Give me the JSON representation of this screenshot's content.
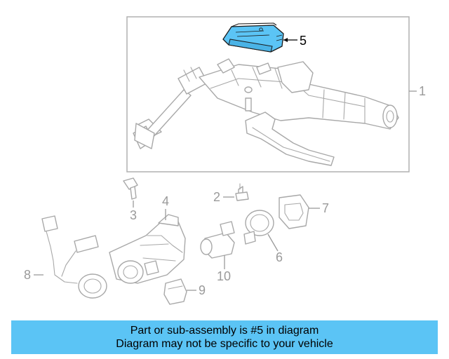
{
  "diagram": {
    "callouts": [
      "1",
      "2",
      "3",
      "4",
      "5",
      "6",
      "7",
      "8",
      "9",
      "10"
    ],
    "highlighted_callout": "5",
    "colors": {
      "highlight": "#5bc4f5",
      "line": "#a8a8a8",
      "label": "#9a9a9a",
      "frame": "#b0b0b0"
    }
  },
  "banner": {
    "line1": "Part or sub-assembly is #5 in diagram",
    "line2": "Diagram may not be specific to your vehicle",
    "color": "#5bc4f5"
  }
}
